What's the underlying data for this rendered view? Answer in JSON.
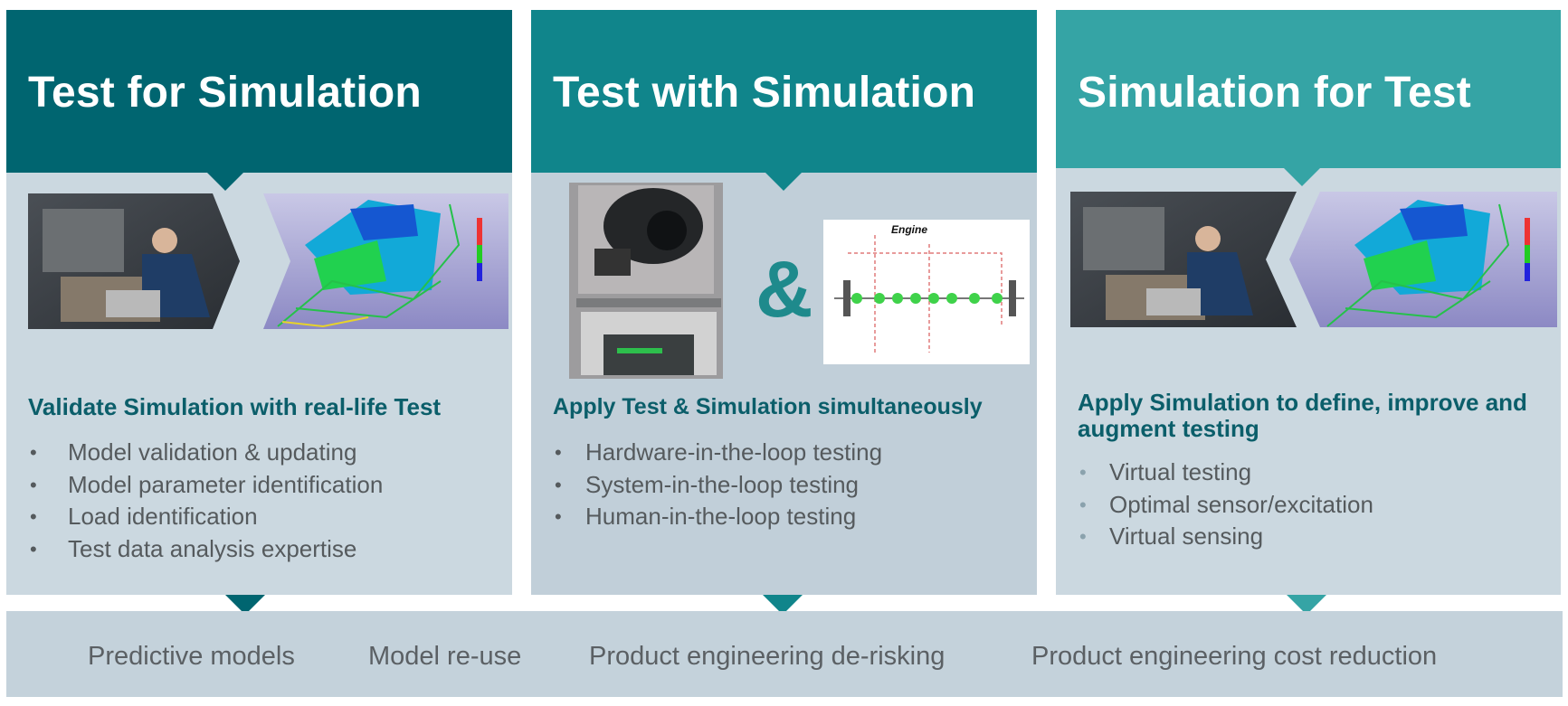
{
  "columns": [
    {
      "title": "Test for Simulation",
      "subtitle": "Validate Simulation with real-life Test",
      "bullets": [
        "Model validation & updating",
        "Model parameter identification",
        "Load identification",
        "Test data analysis expertise"
      ],
      "header_color": "#006570"
    },
    {
      "title": "Test with Simulation",
      "subtitle": "Apply Test & Simulation simultaneously",
      "bullets": [
        "Hardware-in-the-loop testing",
        "System-in-the-loop testing",
        "Human-in-the-loop testing"
      ],
      "header_color": "#10858b",
      "ampersand": "&",
      "diagram_title": "Engine"
    },
    {
      "title": "Simulation for Test",
      "subtitle": "Apply Simulation to define, improve and augment testing",
      "bullets": [
        "Virtual testing",
        "Optimal sensor/excitation",
        "Virtual sensing"
      ],
      "header_color": "#35a4a5"
    }
  ],
  "bottom_bar": {
    "items": [
      "Predictive models",
      "Model re-use",
      "Product engineering de-risking",
      "Product engineering cost reduction"
    ]
  },
  "colors": {
    "accent_dark": "#006570",
    "accent_mid": "#10858b",
    "accent_light": "#35a4a5",
    "subtitle": "#0b5e6a"
  }
}
